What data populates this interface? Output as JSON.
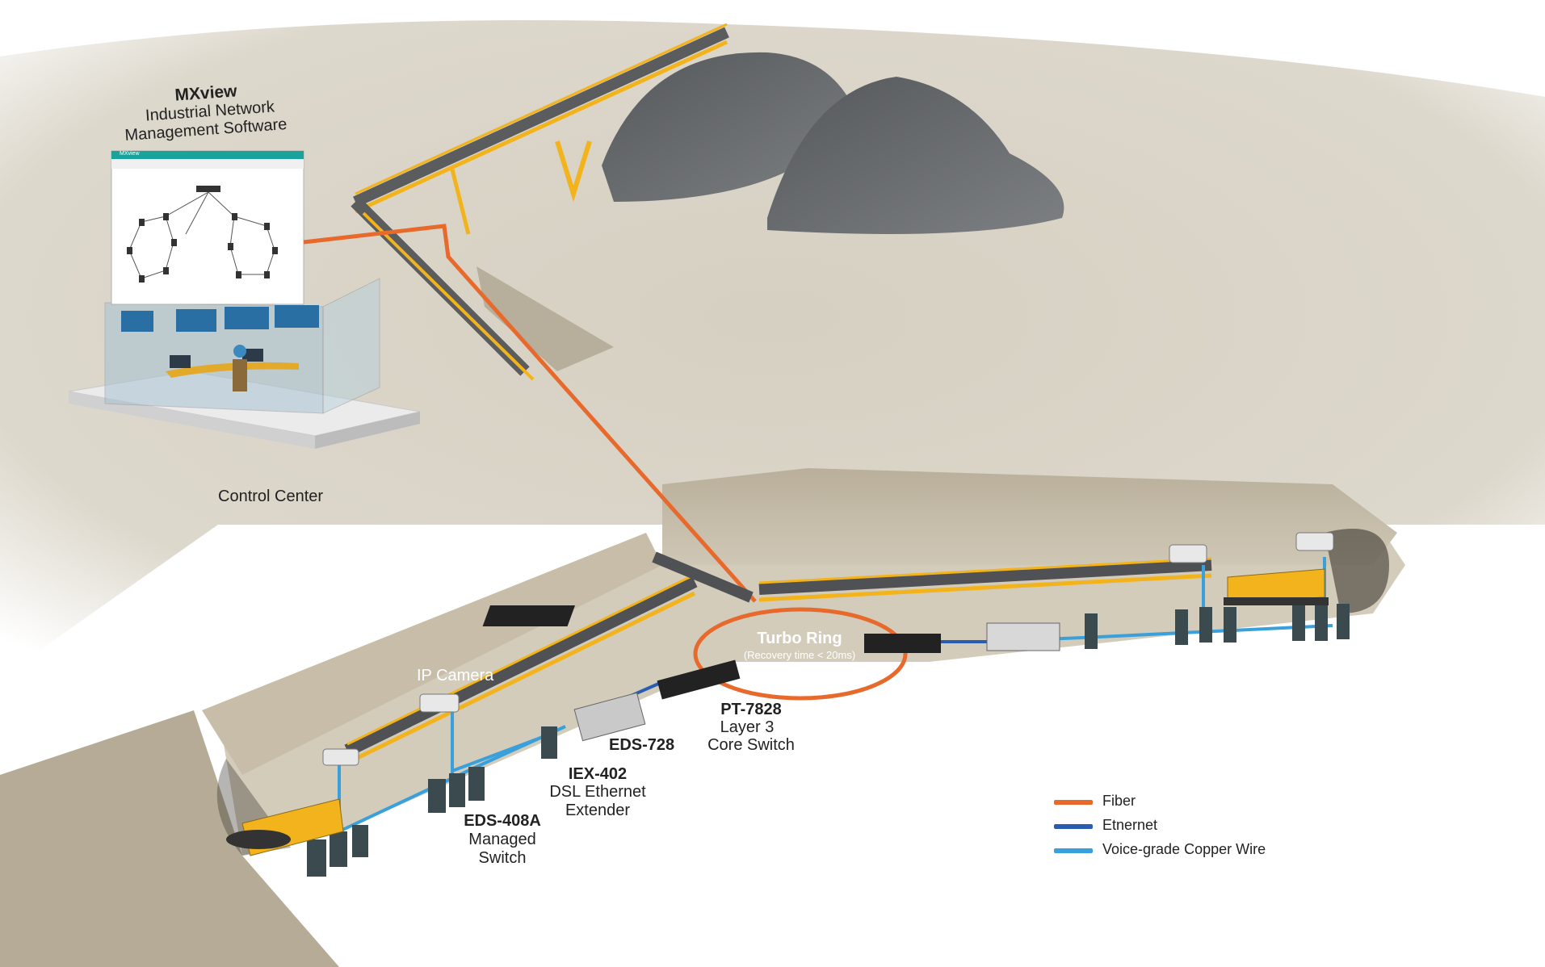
{
  "labels": {
    "software_name": "MXview",
    "software_desc_line1": "Industrial Network",
    "software_desc_line2": "Management Software",
    "control_center": "Control Center",
    "ip_camera": "IP Camera",
    "turbo_ring": "Turbo Ring",
    "turbo_ring_note": "(Recovery time < 20ms)",
    "pt7828_model": "PT-7828",
    "pt7828_line1": "Layer 3",
    "pt7828_line2": "Core Switch",
    "eds728_model": "EDS-728",
    "iex402_model": "IEX-402",
    "iex402_line1": "DSL Ethernet",
    "iex402_line2": "Extender",
    "eds408a_model": "EDS-408A",
    "eds408a_line1": "Managed",
    "eds408a_line2": "Switch",
    "mxview_window_title": "MXview"
  },
  "legend": [
    {
      "label": "Fiber",
      "color": "#e8692c"
    },
    {
      "label": "Etnernet",
      "color": "#2a5db0"
    },
    {
      "label": "Voice-grade Copper Wire",
      "color": "#3aa0dc"
    }
  ],
  "colors": {
    "ground": "#d9d3c6",
    "trench_wall": "#bfb6a3",
    "rock": "#6a6d70",
    "conveyor_frame": "#f2b31c",
    "fiber": "#e8692c",
    "ethernet": "#2a5db0",
    "copper": "#3aa0dc",
    "mxview_header": "#1aa39a"
  }
}
